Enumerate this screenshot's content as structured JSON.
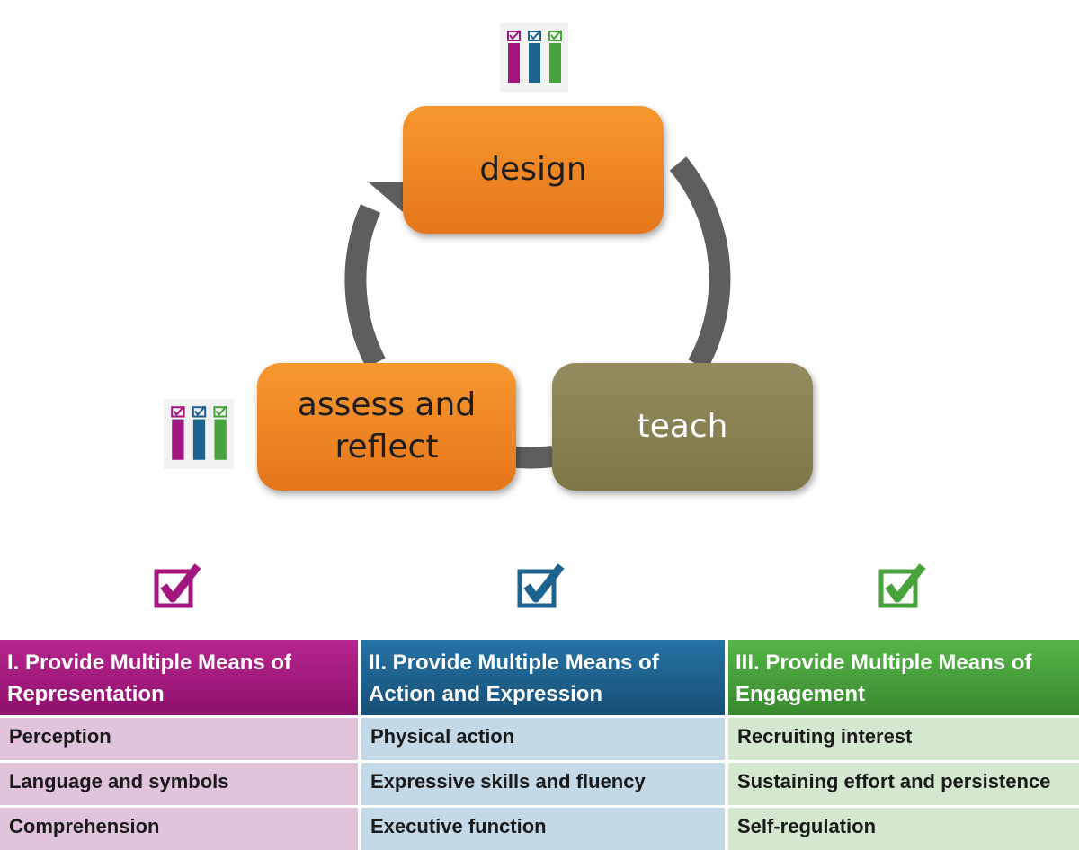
{
  "cycle": {
    "stages": [
      {
        "id": "design",
        "label": "design"
      },
      {
        "id": "teach",
        "label": "teach"
      },
      {
        "id": "assess",
        "label": "assess and reflect"
      }
    ],
    "arrow_color": "#5e5e5e",
    "icon": "udl-three-column-checklist-icon"
  },
  "colors": {
    "representation": "#a3157f",
    "action_expression": "#1d6390",
    "engagement": "#47a33c",
    "stage_orange": "#f08a25",
    "stage_olive": "#8a8252"
  },
  "principles": [
    {
      "id": "representation",
      "title": "I. Provide Multiple Means of Representation",
      "items": [
        "Perception",
        "Language and symbols",
        "Comprehension"
      ]
    },
    {
      "id": "action",
      "title": "II. Provide Multiple Means of Action and Expression",
      "items": [
        "Physical action",
        "Expressive skills and fluency",
        "Executive function"
      ]
    },
    {
      "id": "engagement",
      "title": "III. Provide Multiple Means of Engagement",
      "items": [
        "Recruiting interest",
        "Sustaining effort and persistence",
        "Self-regulation"
      ]
    }
  ]
}
